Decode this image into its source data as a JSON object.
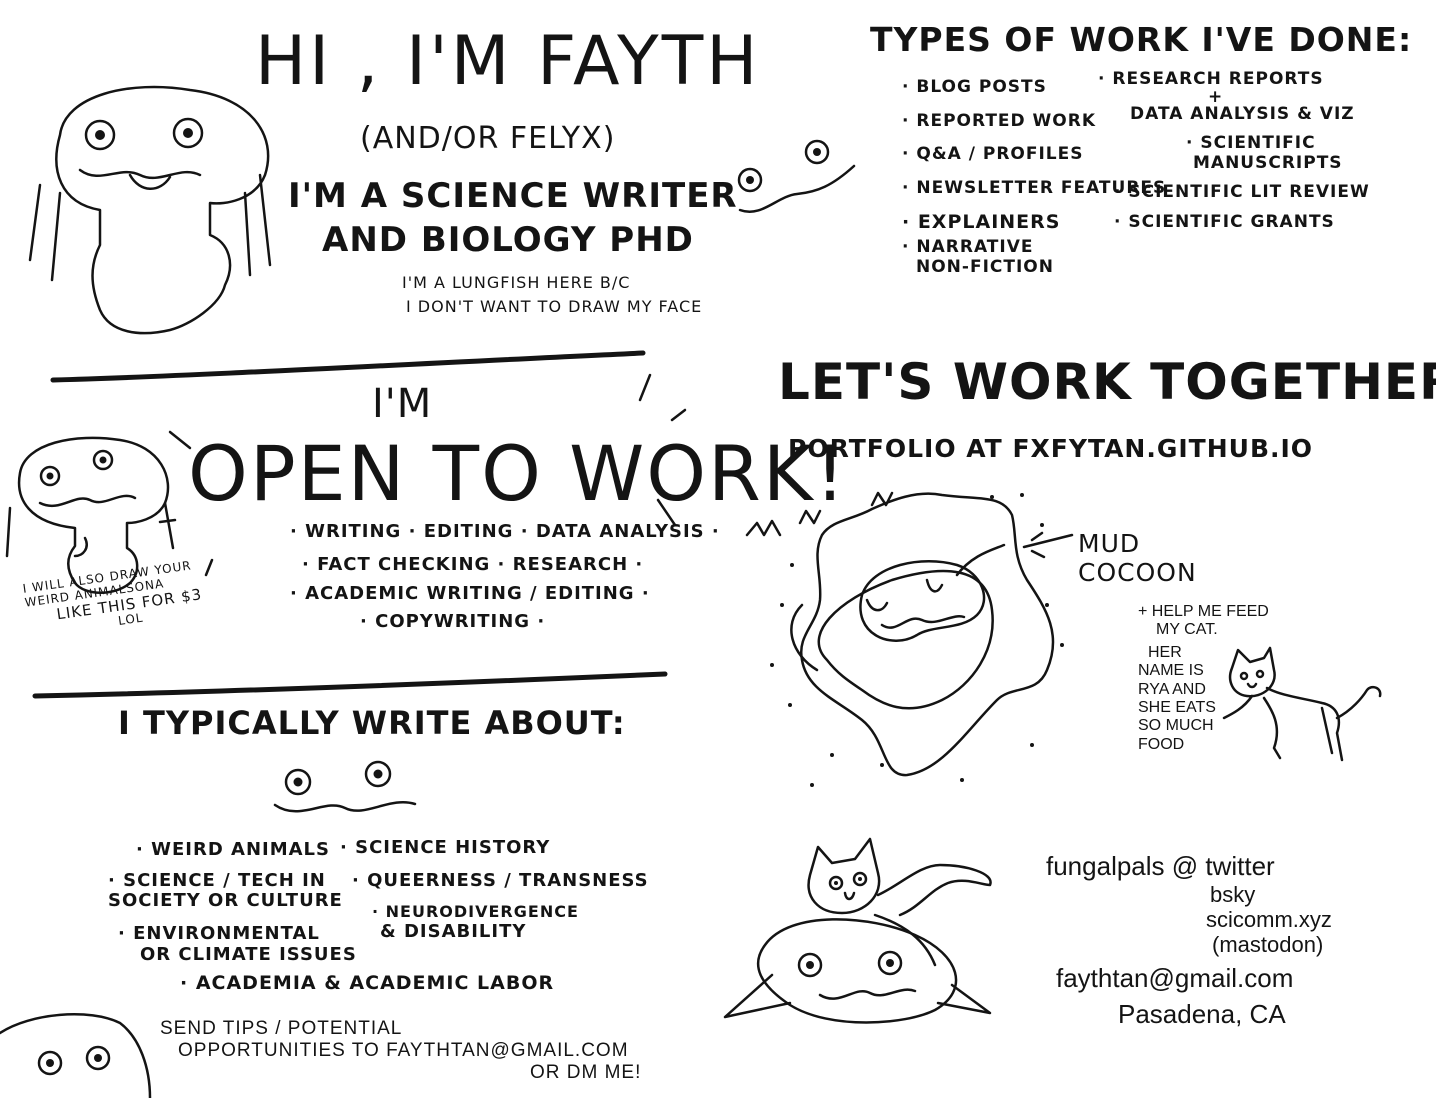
{
  "intro": {
    "greeting": "HI , I'M FAYTH",
    "alias": "(AND/OR FELYX)",
    "role_line1": "I'M A SCIENCE WRITER",
    "role_line2": "AND BIOLOGY PHD",
    "note_line1": "I'M A LUNGFISH HERE B/C",
    "note_line2": "I DON'T WANT TO DRAW MY FACE"
  },
  "open_to_work": {
    "im": "I'M",
    "heading": "OPEN TO WORK!",
    "services_line1": "· WRITING · EDITING · DATA ANALYSIS ·",
    "services_line2": "· FACT CHECKING · RESEARCH ·",
    "services_line3": "· ACADEMIC WRITING / EDITING ·",
    "services_line4": "· COPYWRITING ·",
    "side_note_line1": "I WILL ALSO DRAW YOUR",
    "side_note_line2": "WEIRD ANIMALSONA",
    "side_note_line3": "LIKE THIS FOR $3",
    "side_note_line4": "LOL"
  },
  "topics": {
    "heading": "I TYPICALLY WRITE ABOUT:",
    "col1": [
      "· WEIRD ANIMALS",
      "· SCIENCE / TECH IN",
      "SOCIETY OR CULTURE",
      "· ENVIRONMENTAL",
      "OR CLIMATE ISSUES"
    ],
    "col2": [
      "· SCIENCE HISTORY",
      "· QUEERNESS / TRANSNESS",
      "· NEURODIVERGENCE",
      "& DISABILITY"
    ],
    "last": "· ACADEMIA & ACADEMIC LABOR",
    "tips_line1": "SEND TIPS / POTENTIAL",
    "tips_line2": "OPPORTUNITIES TO FAYTHTAN@GMAIL.COM",
    "tips_line3": "OR DM ME!"
  },
  "work_types": {
    "heading": "TYPES OF WORK I'VE DONE:",
    "col1": [
      "· BLOG POSTS",
      "· REPORTED WORK",
      "· Q&A / PROFILES",
      "· NEWSLETTER FEATURES",
      "· EXPLAINERS",
      "· NARRATIVE",
      "NON-FICTION"
    ],
    "col2": [
      "· RESEARCH REPORTS",
      "+",
      "DATA ANALYSIS & VIZ",
      "· SCIENTIFIC",
      "MANUSCRIPTS",
      "· SCIENTIFIC LIT REVIEW",
      "· SCIENTIFIC GRANTS"
    ]
  },
  "collab": {
    "heading": "LET'S WORK TOGETHER !",
    "portfolio": "PORTFOLIO AT FXFYTAN.GITHUB.IO",
    "mud_line1": "MUD",
    "mud_line2": "COCOON",
    "cat_line1": "+ HELP ME FEED",
    "cat_line2": "MY CAT.",
    "cat_line3": "HER",
    "cat_line4": "NAME IS",
    "cat_line5": "RYA AND",
    "cat_line6": "SHE EATS",
    "cat_line7": "SO MUCH",
    "cat_line8": "FOOD"
  },
  "contact": {
    "handle": "fungalpals @ twitter",
    "bsky": "bsky",
    "mastodon_host": "scicomm.xyz",
    "mastodon_label": "(mastodon)",
    "email": "faythtan@gmail.com",
    "location": "Pasadena, CA"
  },
  "icons": {
    "lungfish": "lungfish-doodle-icon",
    "cat": "cat-doodle-icon",
    "cocoon": "mud-cocoon-doodle-icon",
    "face": "lungfish-face-icon"
  }
}
